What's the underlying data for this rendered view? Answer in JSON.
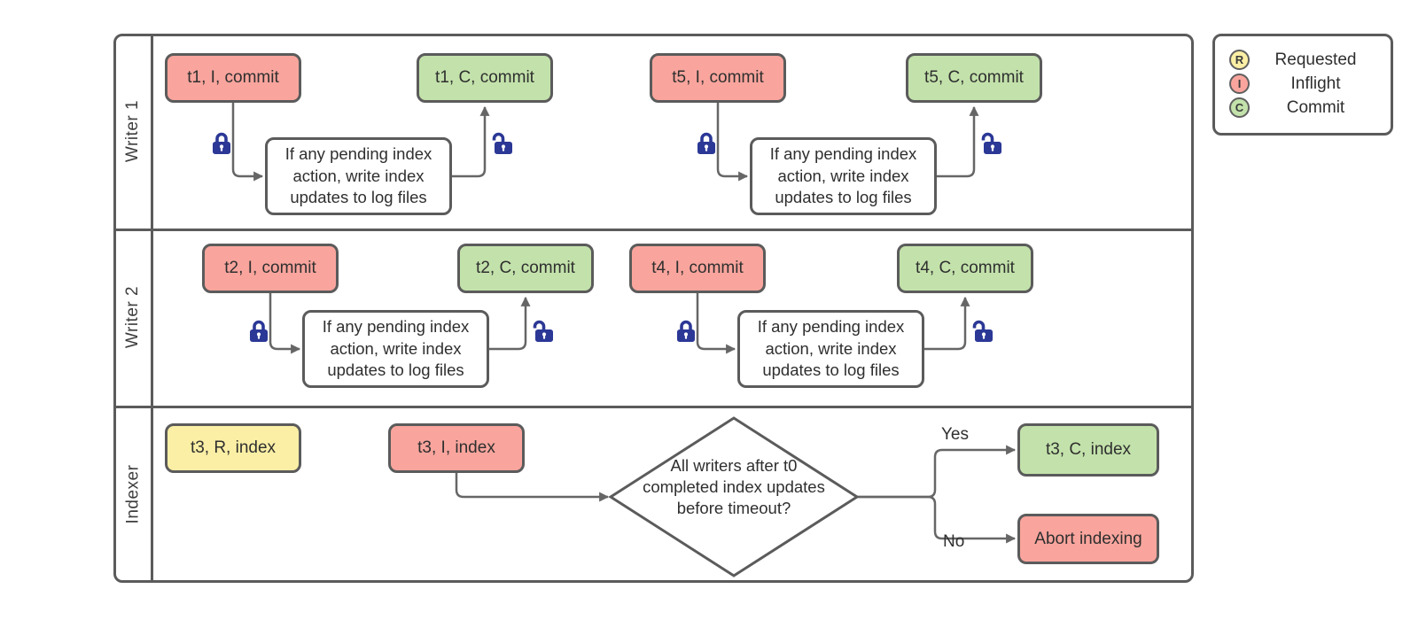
{
  "palette": {
    "inflight_fill": "#f9a59d",
    "commit_fill": "#c3e2ab",
    "requested_fill": "#fbefa5",
    "shape_border": "#5b5b5b",
    "connector": "#666666",
    "lock_blue": "#2b3896"
  },
  "lanes": [
    {
      "label": "Writer 1"
    },
    {
      "label": "Writer 2"
    },
    {
      "label": "Indexer"
    }
  ],
  "process_note": "If any pending index action, write index updates to log files",
  "nodes": {
    "t1_inflight": "t1, I, commit",
    "t1_commit": "t1, C, commit",
    "t5_inflight": "t5, I, commit",
    "t5_commit": "t5, C, commit",
    "t2_inflight": "t2, I, commit",
    "t2_commit": "t2, C, commit",
    "t4_inflight": "t4, I, commit",
    "t4_commit": "t4, C, commit",
    "t3_requested": "t3, R, index",
    "t3_inflight": "t3, I, index",
    "t3_commit": "t3, C, index",
    "abort": "Abort indexing"
  },
  "decision": {
    "question": "All writers after t0 completed index updates before timeout?",
    "yes_label": "Yes",
    "no_label": "No"
  },
  "legend": {
    "items": [
      {
        "letter": "R",
        "label": "Requested"
      },
      {
        "letter": "I",
        "label": "Inflight"
      },
      {
        "letter": "C",
        "label": "Commit"
      }
    ]
  }
}
